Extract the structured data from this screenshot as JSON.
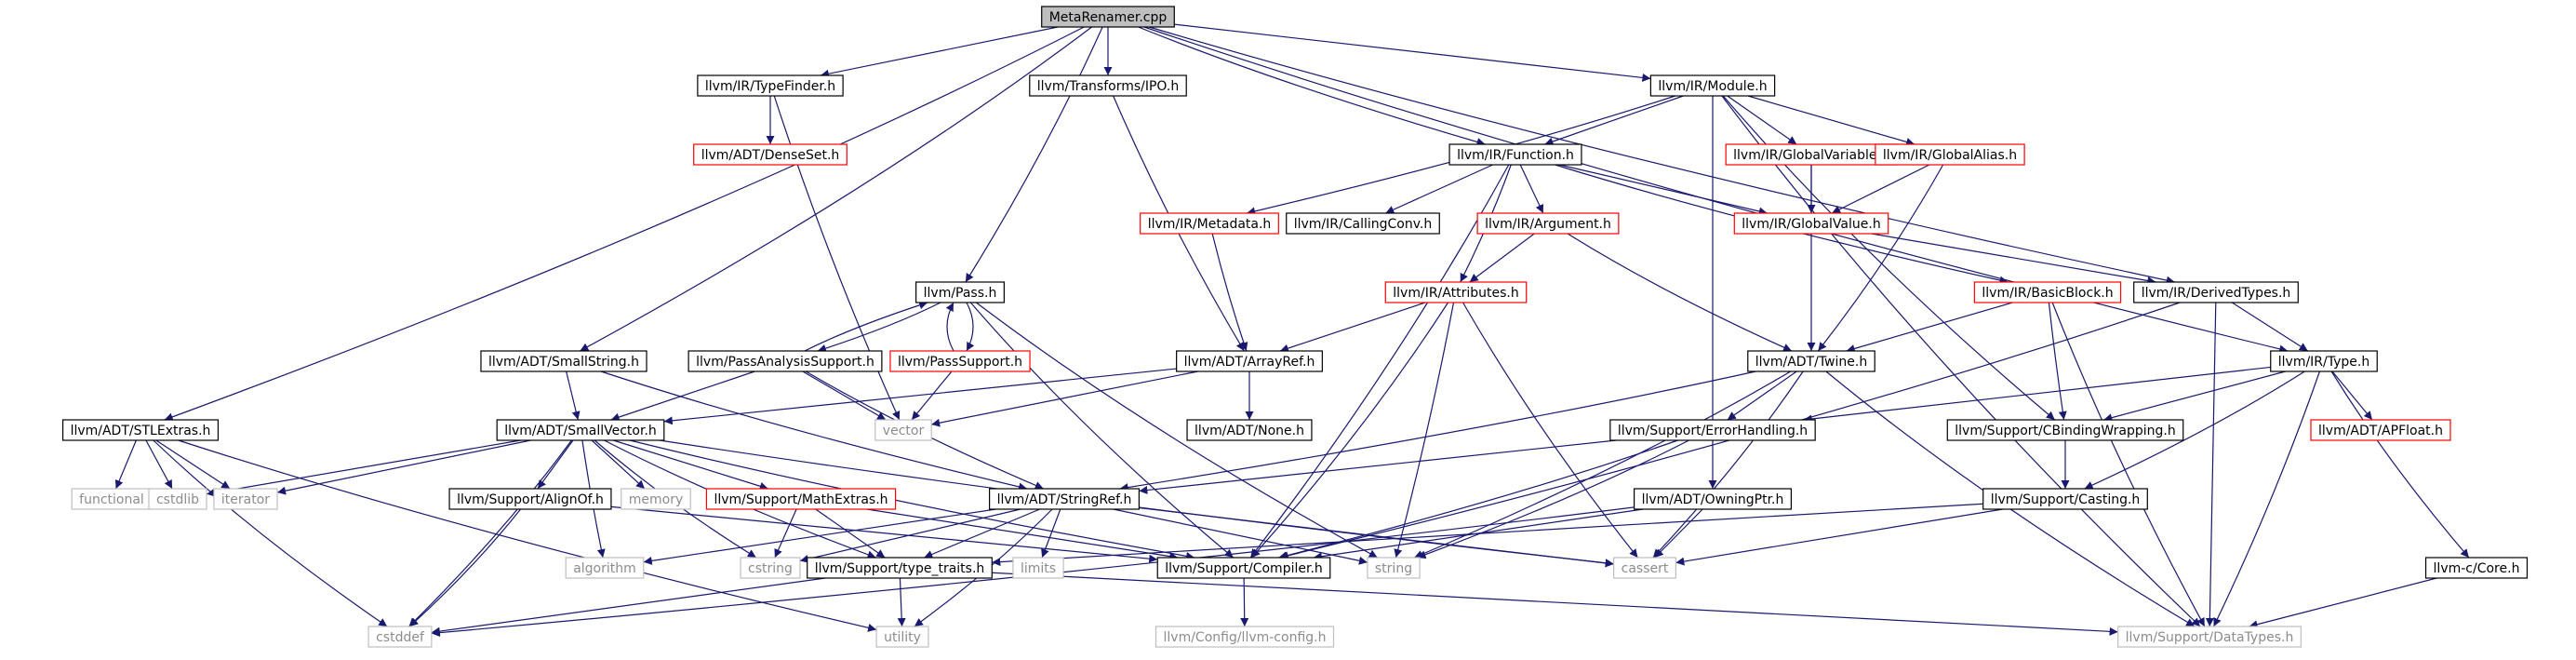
{
  "graph": {
    "root": "root",
    "colors": {
      "edge": "#191970",
      "root_fill": "#bfbfbf",
      "documented_border": "#000000",
      "incomplete_border": "#ff0000",
      "external_border": "#bfbfbf",
      "external_text": "#8c8c8c"
    },
    "nodes": [
      {
        "id": "root",
        "label": "MetaRenamer.cpp",
        "kind": "root"
      },
      {
        "id": "typefinder",
        "label": "llvm/IR/TypeFinder.h",
        "kind": "documented"
      },
      {
        "id": "ipo",
        "label": "llvm/Transforms/IPO.h",
        "kind": "documented"
      },
      {
        "id": "module",
        "label": "llvm/IR/Module.h",
        "kind": "documented"
      },
      {
        "id": "denseset",
        "label": "llvm/ADT/DenseSet.h",
        "kind": "incomplete"
      },
      {
        "id": "function",
        "label": "llvm/IR/Function.h",
        "kind": "documented"
      },
      {
        "id": "globalvariable",
        "label": "llvm/IR/GlobalVariable.h",
        "kind": "incomplete"
      },
      {
        "id": "globalalias",
        "label": "llvm/IR/GlobalAlias.h",
        "kind": "incomplete"
      },
      {
        "id": "metadata",
        "label": "llvm/IR/Metadata.h",
        "kind": "incomplete"
      },
      {
        "id": "callingconv",
        "label": "llvm/IR/CallingConv.h",
        "kind": "documented"
      },
      {
        "id": "argument",
        "label": "llvm/IR/Argument.h",
        "kind": "incomplete"
      },
      {
        "id": "globalvalue",
        "label": "llvm/IR/GlobalValue.h",
        "kind": "incomplete"
      },
      {
        "id": "pass",
        "label": "llvm/Pass.h",
        "kind": "documented"
      },
      {
        "id": "attributes",
        "label": "llvm/IR/Attributes.h",
        "kind": "incomplete"
      },
      {
        "id": "basicblock",
        "label": "llvm/IR/BasicBlock.h",
        "kind": "incomplete"
      },
      {
        "id": "derivedtypes",
        "label": "llvm/IR/DerivedTypes.h",
        "kind": "documented"
      },
      {
        "id": "smallstring",
        "label": "llvm/ADT/SmallString.h",
        "kind": "documented"
      },
      {
        "id": "passanalysis",
        "label": "llvm/PassAnalysisSupport.h",
        "kind": "documented"
      },
      {
        "id": "passsupport",
        "label": "llvm/PassSupport.h",
        "kind": "incomplete"
      },
      {
        "id": "arrayref",
        "label": "llvm/ADT/ArrayRef.h",
        "kind": "documented"
      },
      {
        "id": "twine",
        "label": "llvm/ADT/Twine.h",
        "kind": "documented"
      },
      {
        "id": "type",
        "label": "llvm/IR/Type.h",
        "kind": "documented"
      },
      {
        "id": "stlextras",
        "label": "llvm/ADT/STLExtras.h",
        "kind": "documented"
      },
      {
        "id": "smallvector",
        "label": "llvm/ADT/SmallVector.h",
        "kind": "documented"
      },
      {
        "id": "vector",
        "label": "vector",
        "kind": "external"
      },
      {
        "id": "none",
        "label": "llvm/ADT/None.h",
        "kind": "documented"
      },
      {
        "id": "errorhandling",
        "label": "llvm/Support/ErrorHandling.h",
        "kind": "documented"
      },
      {
        "id": "cbinding",
        "label": "llvm/Support/CBindingWrapping.h",
        "kind": "documented"
      },
      {
        "id": "apfloat",
        "label": "llvm/ADT/APFloat.h",
        "kind": "incomplete"
      },
      {
        "id": "functional",
        "label": "functional",
        "kind": "external"
      },
      {
        "id": "cstdlib",
        "label": "cstdlib",
        "kind": "external"
      },
      {
        "id": "iterator",
        "label": "iterator",
        "kind": "external"
      },
      {
        "id": "memory",
        "label": "memory",
        "kind": "external"
      },
      {
        "id": "alignof",
        "label": "llvm/Support/AlignOf.h",
        "kind": "documented"
      },
      {
        "id": "mathextras",
        "label": "llvm/Support/MathExtras.h",
        "kind": "incomplete"
      },
      {
        "id": "stringref",
        "label": "llvm/ADT/StringRef.h",
        "kind": "documented"
      },
      {
        "id": "owningptr",
        "label": "llvm/ADT/OwningPtr.h",
        "kind": "documented"
      },
      {
        "id": "casting",
        "label": "llvm/Support/Casting.h",
        "kind": "documented"
      },
      {
        "id": "algorithm",
        "label": "algorithm",
        "kind": "external"
      },
      {
        "id": "cstring",
        "label": "cstring",
        "kind": "external"
      },
      {
        "id": "limits",
        "label": "limits",
        "kind": "external"
      },
      {
        "id": "typetraits",
        "label": "llvm/Support/type_traits.h",
        "kind": "documented"
      },
      {
        "id": "compiler",
        "label": "llvm/Support/Compiler.h",
        "kind": "documented"
      },
      {
        "id": "string",
        "label": "string",
        "kind": "external"
      },
      {
        "id": "cassert",
        "label": "cassert",
        "kind": "external"
      },
      {
        "id": "core",
        "label": "llvm-c/Core.h",
        "kind": "documented"
      },
      {
        "id": "cstddef",
        "label": "cstddef",
        "kind": "external"
      },
      {
        "id": "utility",
        "label": "utility",
        "kind": "external"
      },
      {
        "id": "llvmconfig",
        "label": "llvm/Config/llvm-config.h",
        "kind": "external"
      },
      {
        "id": "datatypes",
        "label": "llvm/Support/DataTypes.h",
        "kind": "external"
      }
    ],
    "edges": [
      [
        "root",
        "typefinder"
      ],
      [
        "root",
        "ipo"
      ],
      [
        "root",
        "module"
      ],
      [
        "root",
        "function"
      ],
      [
        "root",
        "pass"
      ],
      [
        "root",
        "smallstring"
      ],
      [
        "root",
        "stlextras"
      ],
      [
        "root",
        "derivedtypes"
      ],
      [
        "root",
        "type"
      ],
      [
        "typefinder",
        "denseset"
      ],
      [
        "typefinder",
        "vector"
      ],
      [
        "ipo",
        "arrayref"
      ],
      [
        "module",
        "function"
      ],
      [
        "module",
        "metadata"
      ],
      [
        "module",
        "globalvariable"
      ],
      [
        "module",
        "globalalias"
      ],
      [
        "module",
        "owningptr"
      ],
      [
        "module",
        "cbinding"
      ],
      [
        "module",
        "datatypes"
      ],
      [
        "function",
        "callingconv"
      ],
      [
        "function",
        "argument"
      ],
      [
        "function",
        "attributes"
      ],
      [
        "function",
        "globalvalue"
      ],
      [
        "function",
        "basicblock"
      ],
      [
        "function",
        "compiler"
      ],
      [
        "globalvariable",
        "globalvalue"
      ],
      [
        "globalvariable",
        "twine"
      ],
      [
        "globalalias",
        "globalvalue"
      ],
      [
        "globalalias",
        "twine"
      ],
      [
        "metadata",
        "arrayref"
      ],
      [
        "argument",
        "attributes"
      ],
      [
        "argument",
        "twine"
      ],
      [
        "globalvalue",
        "derivedtypes"
      ],
      [
        "attributes",
        "arrayref"
      ],
      [
        "attributes",
        "string"
      ],
      [
        "attributes",
        "cassert"
      ],
      [
        "attributes",
        "compiler"
      ],
      [
        "basicblock",
        "twine"
      ],
      [
        "basicblock",
        "cbinding"
      ],
      [
        "basicblock",
        "datatypes"
      ],
      [
        "derivedtypes",
        "type"
      ],
      [
        "derivedtypes",
        "compiler"
      ],
      [
        "derivedtypes",
        "datatypes"
      ],
      [
        "pass",
        "passanalysis"
      ],
      [
        "pass",
        "passsupport"
      ],
      [
        "pass",
        "string"
      ],
      [
        "pass",
        "compiler"
      ],
      [
        "passanalysis",
        "pass"
      ],
      [
        "passanalysis",
        "vector"
      ],
      [
        "passanalysis",
        "smallvector"
      ],
      [
        "passanalysis",
        "stringref"
      ],
      [
        "passsupport",
        "pass"
      ],
      [
        "passsupport",
        "vector"
      ],
      [
        "smallstring",
        "smallvector"
      ],
      [
        "smallstring",
        "stringref"
      ],
      [
        "arrayref",
        "smallvector"
      ],
      [
        "arrayref",
        "none"
      ],
      [
        "arrayref",
        "vector"
      ],
      [
        "twine",
        "stringref"
      ],
      [
        "twine",
        "errorhandling"
      ],
      [
        "twine",
        "string"
      ],
      [
        "twine",
        "cassert"
      ],
      [
        "twine",
        "datatypes"
      ],
      [
        "type",
        "errorhandling"
      ],
      [
        "type",
        "cbinding"
      ],
      [
        "type",
        "casting"
      ],
      [
        "type",
        "apfloat"
      ],
      [
        "type",
        "core"
      ],
      [
        "type",
        "datatypes"
      ],
      [
        "stlextras",
        "functional"
      ],
      [
        "stlextras",
        "cstdlib"
      ],
      [
        "stlextras",
        "iterator"
      ],
      [
        "stlextras",
        "cstddef"
      ],
      [
        "stlextras",
        "utility"
      ],
      [
        "smallvector",
        "alignof"
      ],
      [
        "smallvector",
        "mathextras"
      ],
      [
        "smallvector",
        "typetraits"
      ],
      [
        "smallvector",
        "algorithm"
      ],
      [
        "smallvector",
        "cassert"
      ],
      [
        "smallvector",
        "cstddef"
      ],
      [
        "smallvector",
        "cstdlib"
      ],
      [
        "smallvector",
        "cstring"
      ],
      [
        "smallvector",
        "iterator"
      ],
      [
        "smallvector",
        "memory"
      ],
      [
        "smallvector",
        "compiler"
      ],
      [
        "errorhandling",
        "stringref"
      ],
      [
        "errorhandling",
        "compiler"
      ],
      [
        "errorhandling",
        "string"
      ],
      [
        "cbinding",
        "casting"
      ],
      [
        "alignof",
        "compiler"
      ],
      [
        "alignof",
        "cstddef"
      ],
      [
        "mathextras",
        "typetraits"
      ],
      [
        "mathextras",
        "compiler"
      ],
      [
        "mathextras",
        "cstring"
      ],
      [
        "stringref",
        "typetraits"
      ],
      [
        "stringref",
        "algorithm"
      ],
      [
        "stringref",
        "cassert"
      ],
      [
        "stringref",
        "cstring"
      ],
      [
        "stringref",
        "limits"
      ],
      [
        "stringref",
        "string"
      ],
      [
        "stringref",
        "utility"
      ],
      [
        "owningptr",
        "compiler"
      ],
      [
        "owningptr",
        "cassert"
      ],
      [
        "owningptr",
        "cstddef"
      ],
      [
        "casting",
        "typetraits"
      ],
      [
        "casting",
        "cassert"
      ],
      [
        "typetraits",
        "cstddef"
      ],
      [
        "typetraits",
        "utility"
      ],
      [
        "typetraits",
        "datatypes"
      ],
      [
        "compiler",
        "llvmconfig"
      ],
      [
        "core",
        "datatypes"
      ]
    ]
  }
}
